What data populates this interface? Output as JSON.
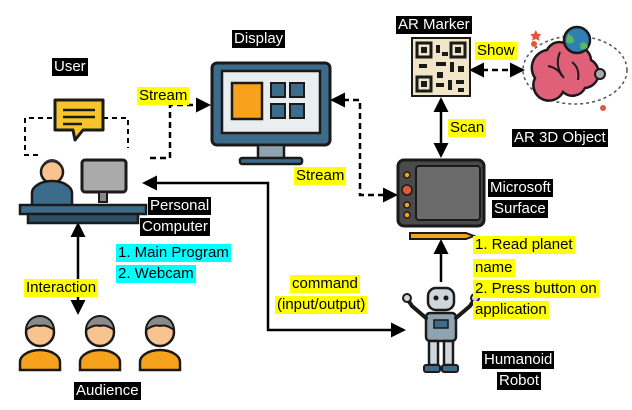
{
  "colors": {
    "highlight_yellow": "#ffff00",
    "highlight_cyan": "#00ffff",
    "label_black": "#000000",
    "device_blue": "#3d6b8a",
    "screen_orange": "#f7a21d",
    "skin": "#f7c38e",
    "hair": "#8a8a8a",
    "brain_pink": "#e0607a",
    "earth_blue": "#2f7fb0"
  },
  "nodes": {
    "user": {
      "label": "User",
      "icon": "user-at-desk-icon"
    },
    "display": {
      "label": "Display",
      "icon": "monitor-icon"
    },
    "ar_marker": {
      "label": "AR Marker",
      "icon": "qr-marker-icon"
    },
    "ar_object": {
      "label": "AR 3D Object",
      "icon": "brain-planets-icon"
    },
    "computer": {
      "label_line1": "Personal",
      "label_line2": "Computer",
      "icon": "computer-icon"
    },
    "program": {
      "line1": "1. Main Program",
      "line2": "2. Webcam"
    },
    "surface": {
      "label_line1": "Microsoft",
      "label_line2": "Surface",
      "icon": "tablet-icon"
    },
    "surface_tasks": {
      "line1": "1. Read planet",
      "line2": "name",
      "line3": "2. Press button on",
      "line4": "application"
    },
    "robot": {
      "label_line1": "Humanoid",
      "label_line2": "Robot",
      "icon": "robot-icon"
    },
    "audience": {
      "label": "Audience",
      "icon": "people-icon"
    }
  },
  "edges": {
    "stream_display": "Stream",
    "show": "Show",
    "scan": "Scan",
    "stream_surface": "Stream",
    "command_line1": "command",
    "command_line2": "(input/output)",
    "interaction": "Interaction"
  }
}
